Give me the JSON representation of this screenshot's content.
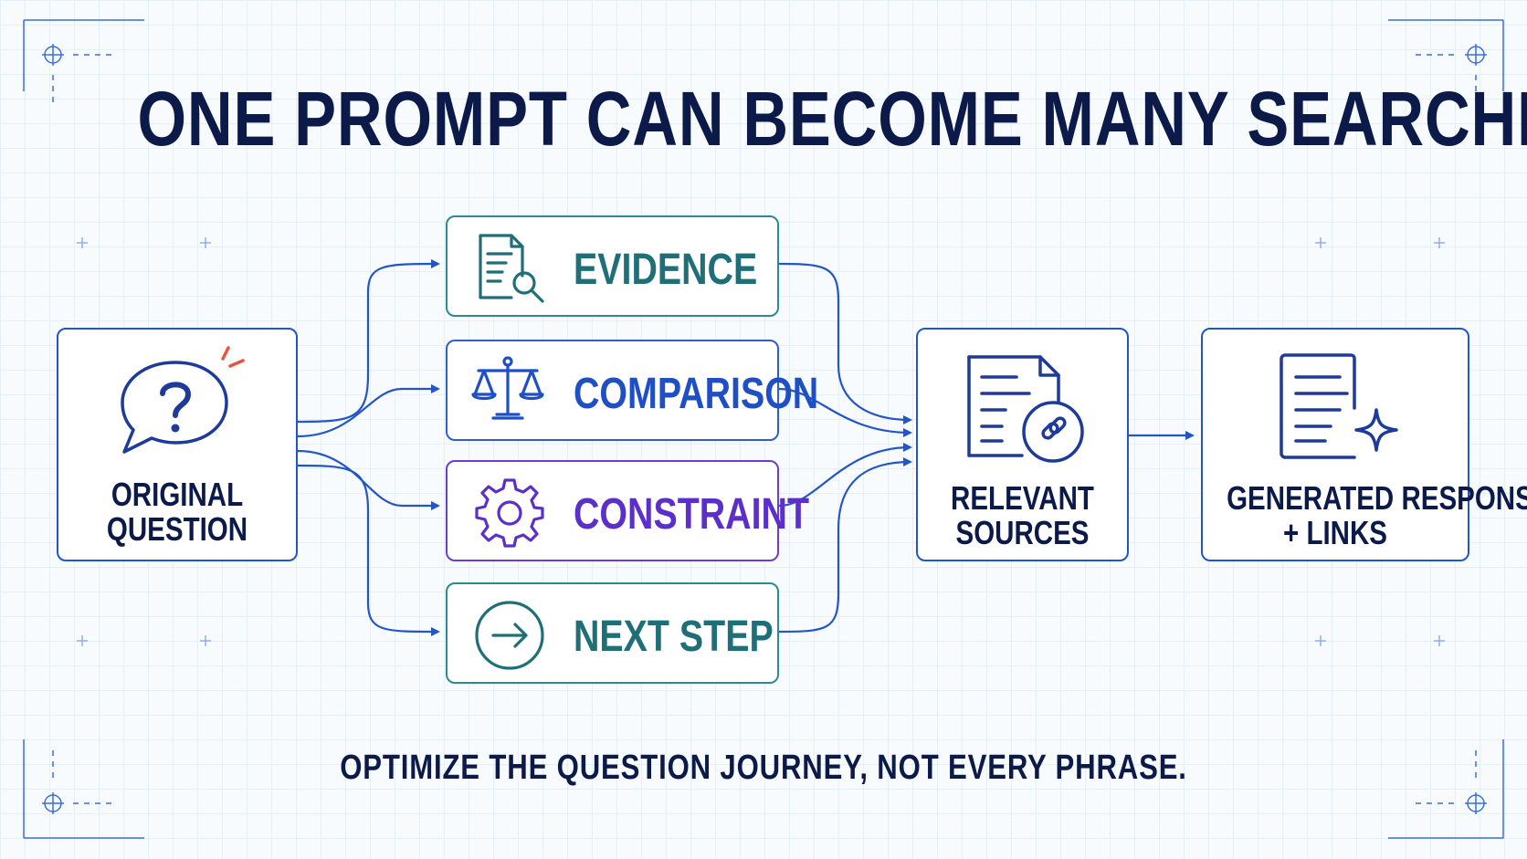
{
  "title": "ONE PROMPT CAN BECOME MANY SEARCHES",
  "subtitle": "OPTIMIZE THE QUESTION JOURNEY, NOT EVERY PHRASE.",
  "input_node": {
    "line1": "ORIGINAL",
    "line2": "QUESTION",
    "icon": "question-bubble-icon"
  },
  "search_nodes": [
    {
      "label": "EVIDENCE",
      "icon": "document-search-icon",
      "color": "#1f6f78"
    },
    {
      "label": "COMPARISON",
      "icon": "balance-scale-icon",
      "color": "#1e4fc4"
    },
    {
      "label": "CONSTRAINT",
      "icon": "gear-icon",
      "color": "#5b2fc9"
    },
    {
      "label": "NEXT STEP",
      "icon": "arrow-circle-icon",
      "color": "#1f6f78"
    }
  ],
  "sources_node": {
    "line1": "RELEVANT",
    "line2": "SOURCES",
    "icon": "document-link-icon"
  },
  "output_node": {
    "line1": "GENERATED RESPONSE",
    "line2": "+ LINKS",
    "icon": "document-sparkle-icon"
  },
  "colors": {
    "navy": "#0c1a49",
    "wire": "#2255c8",
    "teal": "#2b8a93",
    "purple": "#6a3fd0",
    "accent": "#e8543f"
  }
}
